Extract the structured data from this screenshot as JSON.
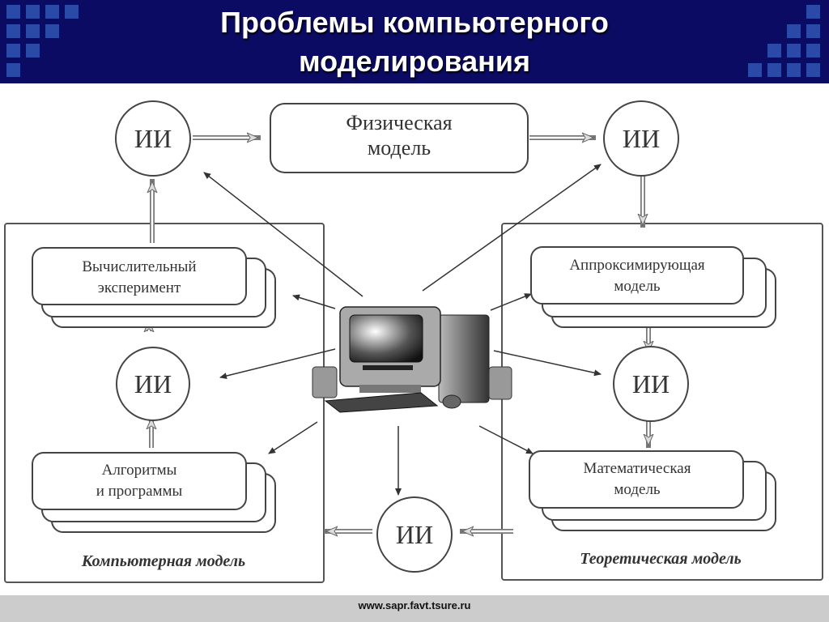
{
  "header": {
    "title_line1": "Проблемы компьютерного",
    "title_line2": "моделирования",
    "bg_color": "#0b0b63",
    "accent_color": "#2b4aa8"
  },
  "diagram": {
    "ii_label": "ИИ",
    "physical_model": {
      "line1": "Физическая",
      "line2": "модель"
    },
    "computational_experiment": {
      "line1": "Вычислительный",
      "line2": "эксперимент"
    },
    "algorithms": {
      "line1": "Алгоритмы",
      "line2": "и программы"
    },
    "approximating_model": {
      "line1": "Аппроксимирующая",
      "line2": "модель"
    },
    "mathematical_model": {
      "line1": "Математическая",
      "line2": "модель"
    },
    "computer_model_label": "Компьютерная модель",
    "theoretical_model_label": "Теоретическая модель",
    "center_icon": "computer-icon"
  },
  "footer": {
    "url": "www.sapr.favt.tsure.ru"
  }
}
